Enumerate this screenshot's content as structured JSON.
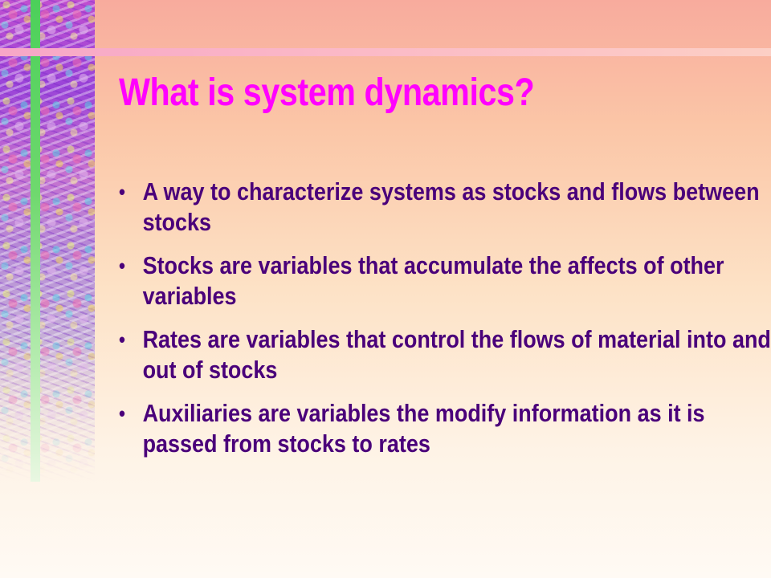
{
  "slide": {
    "title": "What is system dynamics?",
    "bullets": [
      "A way to characterize systems as stocks and flows between stocks",
      "Stocks are variables that accumulate the affects of other variables",
      "Rates are variables that control the flows of material into and out of stocks",
      "Auxiliaries are variables the modify information as it is passed from stocks to rates"
    ],
    "bullet_symbol": "•"
  },
  "theme": {
    "title_color": "#ff00ff",
    "text_color": "#4a007a",
    "accent_green": "#4cd05a",
    "accent_pink": "#f7a6c7"
  }
}
